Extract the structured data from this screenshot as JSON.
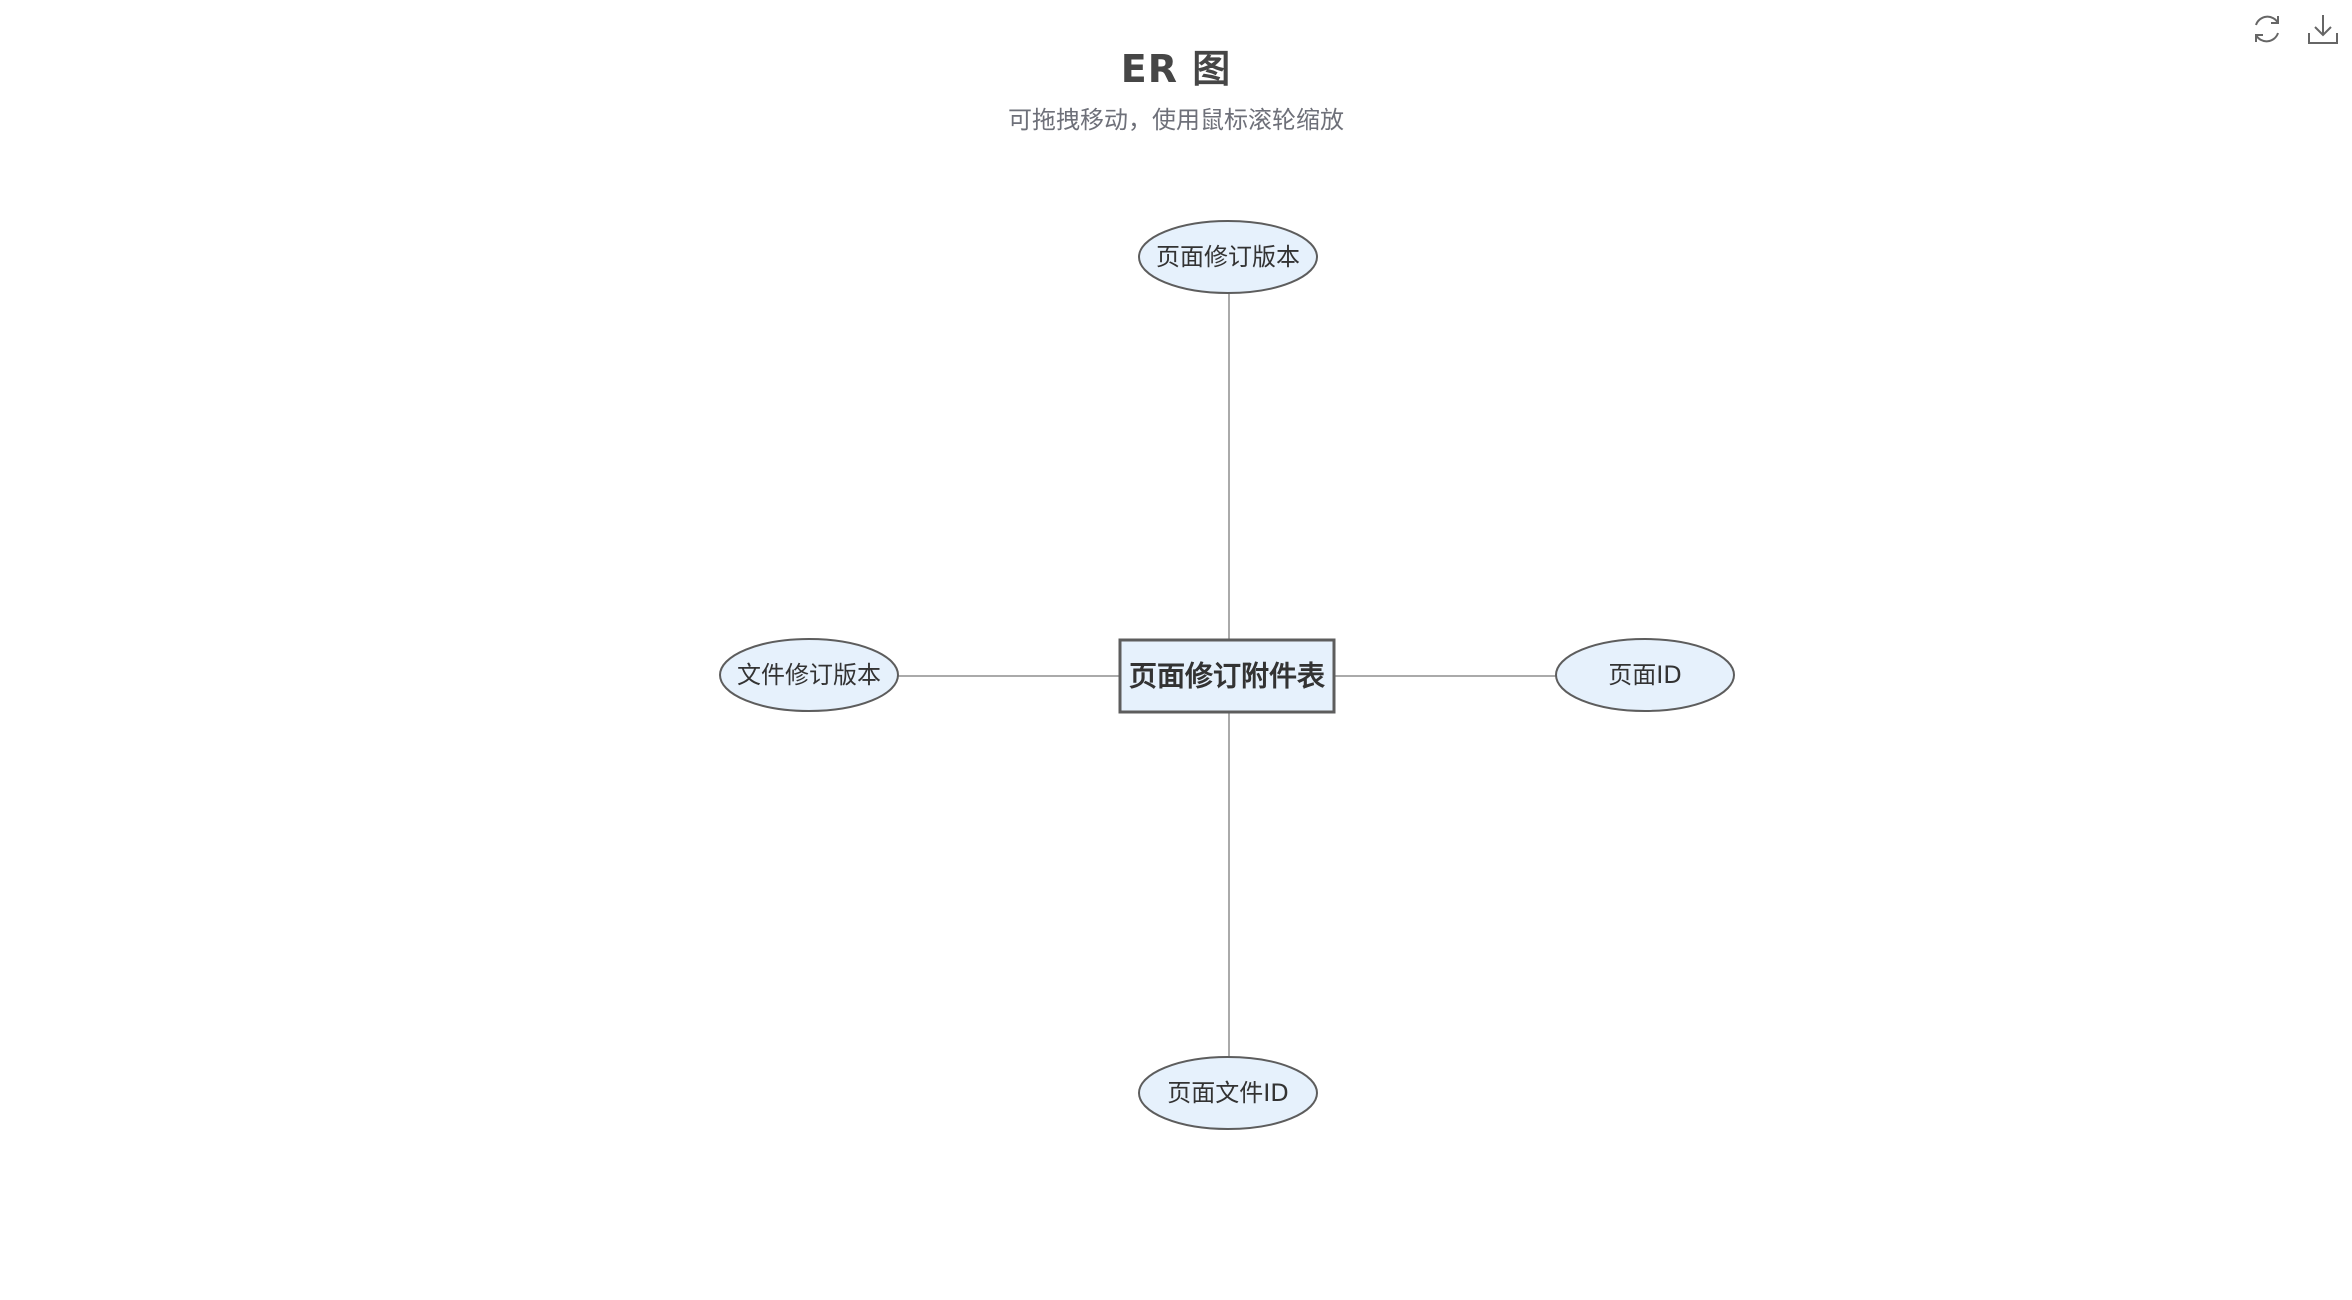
{
  "header": {
    "title": "ER 图",
    "subtitle": "可拖拽移动，使用鼠标滚轮缩放"
  },
  "toolbox": {
    "restore_icon": "refresh-icon",
    "save_icon": "download-icon"
  },
  "colors": {
    "node_fill": "#e6f1fc",
    "node_stroke": "#5d5d5d",
    "edge": "#aaaaaa",
    "text": "#333333"
  },
  "diagram": {
    "entity": {
      "label": "页面修订附件表"
    },
    "attributes": [
      {
        "label": "页面修订版本"
      },
      {
        "label": "页面ID"
      },
      {
        "label": "页面文件ID"
      },
      {
        "label": "文件修订版本"
      }
    ]
  }
}
